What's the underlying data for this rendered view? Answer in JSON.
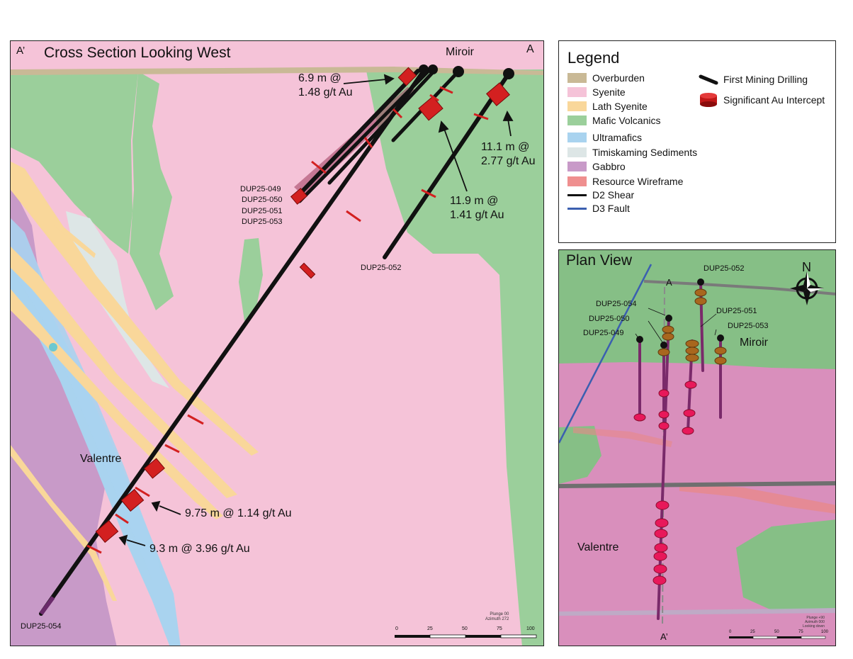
{
  "section": {
    "corner_left": "A’",
    "title": "Cross Section Looking West",
    "corner_right": "A",
    "place_top": "Miroir",
    "place_bottom": "Valentre",
    "intercepts": [
      {
        "line1": "6.9 m @",
        "line2": "1.48 g/t Au"
      },
      {
        "line1": "11.1 m @",
        "line2": "2.77 g/t Au"
      },
      {
        "line1": "11.9 m @",
        "line2": "1.41 g/t Au"
      },
      {
        "line1": "9.75 m @ 1.14 g/t Au"
      },
      {
        "line1": "9.3 m @ 3.96 g/t Au"
      }
    ],
    "holes": [
      "DUP25-049",
      "DUP25-050",
      "DUP25-051",
      "DUP25-053",
      "DUP25-052",
      "DUP25-054"
    ],
    "orientation_lines": [
      "Plunge 00",
      "Azimuth 272"
    ],
    "scale_ticks": [
      "0",
      "25",
      "50",
      "75",
      "100"
    ]
  },
  "legend": {
    "title": "Legend",
    "units": [
      {
        "name": "Overburden",
        "color": "#c9b996"
      },
      {
        "name": "Syenite",
        "color": "#f5c3d8"
      },
      {
        "name": "Lath Syenite",
        "color": "#f9d79a"
      },
      {
        "name": "Mafic Volcanics",
        "color": "#9bcf9b"
      },
      {
        "name": "Ultramafics",
        "color": "#a9d3ef"
      },
      {
        "name": "Timiskaming Sediments",
        "color": "#dde6e6"
      },
      {
        "name": "Gabbro",
        "color": "#c89ac8"
      },
      {
        "name": "Resource Wireframe",
        "color": "#ef8f8f"
      }
    ],
    "lines": [
      {
        "name": "D2 Shear",
        "color": "#111111"
      },
      {
        "name": "D3 Fault",
        "color": "#3b5fb0"
      }
    ],
    "symbols": [
      {
        "name": "First Mining Drilling",
        "icon": "drill-hole-icon"
      },
      {
        "name": "Significant Au Intercept",
        "icon": "cylinder-icon",
        "color": "#d32020"
      }
    ]
  },
  "plan": {
    "title": "Plan View",
    "north": "N",
    "label_a": "A",
    "label_a_prime": "A’",
    "place_miroir": "Miroir",
    "place_valentre": "Valentre",
    "holes": [
      "DUP25-052",
      "DUP25-054",
      "DUP25-051",
      "DUP25-050",
      "DUP25-053",
      "DUP25-049"
    ],
    "orientation_lines": [
      "Plunge +90",
      "Azimuth 000",
      "Looking down"
    ],
    "scale_ticks": [
      "0",
      "25",
      "50",
      "75",
      "100"
    ]
  }
}
